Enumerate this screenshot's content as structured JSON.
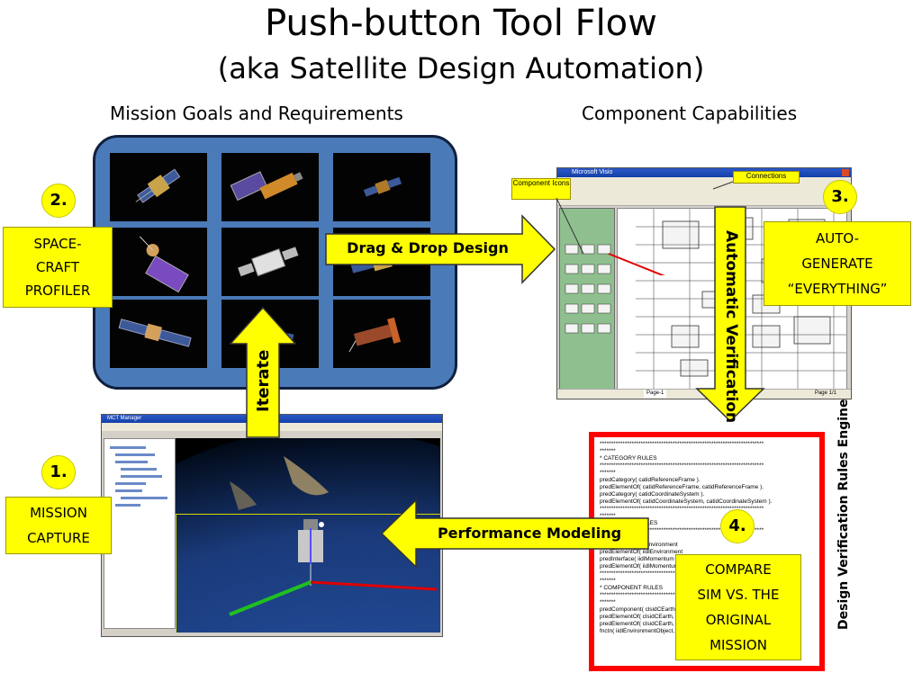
{
  "title": {
    "line1": "Push-button Tool Flow",
    "line2": "(aka Satellite Design Automation)"
  },
  "headings": {
    "left": "Mission Goals and Requirements",
    "right": "Component Capabilities"
  },
  "steps": {
    "one": {
      "number": "1.",
      "lines": [
        "MISSION",
        "CAPTURE"
      ]
    },
    "two": {
      "number": "2.",
      "lines": [
        "SPACE-",
        "CRAFT",
        "PROFILER"
      ]
    },
    "three": {
      "number": "3.",
      "lines": [
        "AUTO-",
        "GENERATE",
        "“EVERYTHING”"
      ]
    },
    "four": {
      "number": "4.",
      "lines": [
        "COMPARE",
        "SIM VS. THE",
        "ORIGINAL",
        "MISSION"
      ]
    }
  },
  "arrows": {
    "drag_drop": "Drag & Drop Design",
    "iterate": "Iterate",
    "automatic_verification": "Automatic Verification",
    "performance_modeling": "Performance Modeling"
  },
  "rules_engine": {
    "side_label": "Design Verification Rules Engine",
    "lines": [
      "************************************************************************",
      "*******",
      "* CATEGORY RULES",
      "************************************************************************",
      "*******",
      "predCategory( catidReferenceFrame ).",
      "predElementOf( catidReferenceFrame, catidReferenceFrame ).",
      "",
      "predCategory( catidCoordinateSystem ).",
      "predElementOf( catidCoordinateSystem, catidCoordinateSystem ).",
      "",
      "************************************************************************",
      "*******",
      "* INTERFACE RULES",
      "************************************************************************",
      "*******",
      "",
      "predInterface( iidlEnvironment",
      "predElementOf( iidlEnvironment",
      "",
      "predInterface( iidlMomentum",
      "predElementOf( iidlMomentum",
      "",
      "************************************************************************",
      "*******",
      "* COMPONENT RULES",
      "************************************************************************",
      "*******",
      "predComponent( clsidCEarth",
      "predElementOf( clsidCEarth, catidReferenceFrame ).",
      "predElementOf( clsidCEarth, catidEnvironment ).",
      "fnctn( iidlEnvironmentObject, clsidCEarth )."
    ]
  },
  "visio_screenshot": {
    "window_title": "Microsoft Visio",
    "callouts": {
      "component_icons": "Component Icons",
      "connections": "Connections"
    },
    "tab": "Page-1",
    "status": "Page 1/1"
  },
  "capture_screenshot": {
    "window_title": "MCT Manager"
  },
  "colors": {
    "highlight": "#ffff00",
    "panel_blue": "#4a7ab8",
    "rules_border": "#ff0000",
    "arrow_outline": "#333333"
  }
}
